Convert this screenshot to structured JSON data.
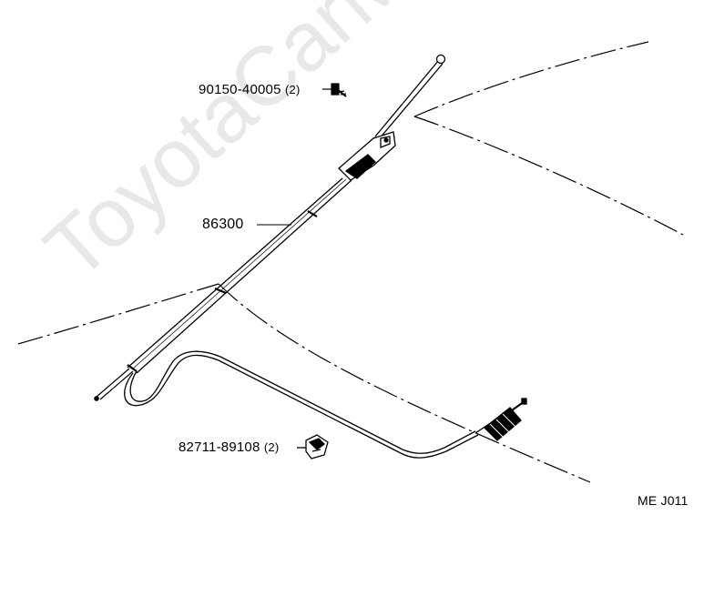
{
  "parts": {
    "bolt_part_no": "90150-40005",
    "bolt_qty": "(2)",
    "antenna_part_no": "86300",
    "clamp_part_no": "82711-89108",
    "clamp_qty": "(2)"
  },
  "figure_code": "ME J011",
  "watermark": "ToyotaCarMine.ru",
  "colors": {
    "line": "#000000",
    "watermark": "#d8d8d8"
  }
}
